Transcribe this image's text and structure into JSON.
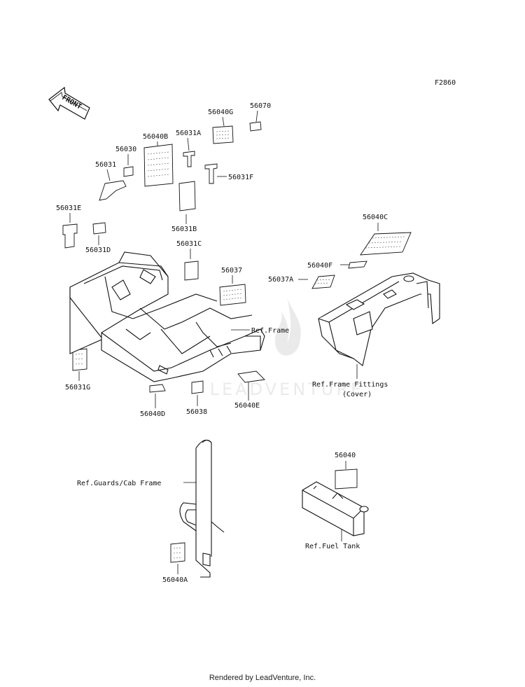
{
  "diagram_code": "F2860",
  "front_arrow_label": "FRONT",
  "labels": {
    "p56070": "56070",
    "p56040G": "56040G",
    "p56040B": "56040B",
    "p56031A": "56031A",
    "p56030": "56030",
    "p56031": "56031",
    "p56031F": "56031F",
    "p56031E": "56031E",
    "p56031B": "56031B",
    "p56031D": "56031D",
    "p56031C": "56031C",
    "p56040C": "56040C",
    "p56037": "56037",
    "p56040F": "56040F",
    "p56037A": "56037A",
    "ref_frame": "Ref.Frame",
    "p56031G": "56031G",
    "ref_frame_fittings": "Ref.Frame Fittings",
    "ref_frame_fittings_sub": "(Cover)",
    "p56040D": "56040D",
    "p56038": "56038",
    "p56040E": "56040E",
    "p56040": "56040",
    "ref_guards": "Ref.Guards/Cab Frame",
    "ref_fuel_tank": "Ref.Fuel Tank",
    "p56040A": "56040A"
  },
  "watermark": "LEADVENTURE",
  "footer": "Rendered by LeadVenture, Inc."
}
